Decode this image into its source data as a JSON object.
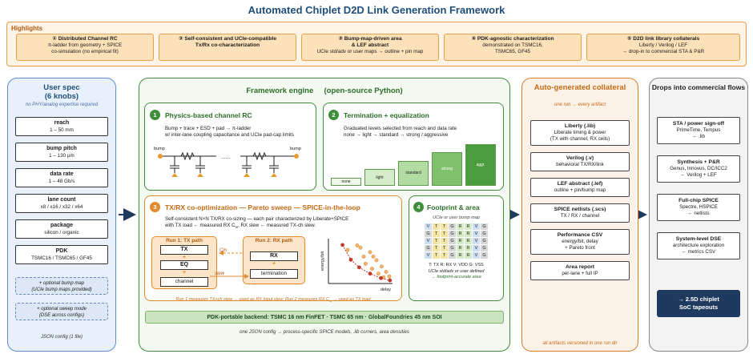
{
  "title": "Automated Chiplet D2D Link Generation Framework",
  "highlights": {
    "label": "Highlights",
    "items": [
      {
        "title": "① Distributed Channel RC",
        "lines": [
          "π-ladder from geometry + SPICE",
          "co-simulation (no empirical fit)"
        ]
      },
      {
        "title": "② Self-consistent and UCIe-compatible",
        "lines": [
          "Tx/Rx co-characterization"
        ]
      },
      {
        "title": "③ Bump-map-driven area",
        "lines": [
          "& LEF abstract",
          "UCIe std/adv or user maps → outline + pin map"
        ]
      },
      {
        "title": "④ PDK-agnostic characterization",
        "lines": [
          "demonstrated on TSMC16,",
          "TSMC65, GF45"
        ]
      },
      {
        "title": "⑤ D2D link library collaterals",
        "lines": [
          "Liberty / Verilog / LEF",
          "→ drop-in to commercial STA & P&R"
        ]
      }
    ]
  },
  "user_spec": {
    "title": "User spec",
    "subtitle": "(6 knobs)",
    "note": "no PHY/analog expertise required",
    "knobs": [
      {
        "name": "reach",
        "value": "1 – 50 mm"
      },
      {
        "name": "bump pitch",
        "value": "1 – 130 µm"
      },
      {
        "name": "data rate",
        "value": "1 – 48 Gb/s"
      },
      {
        "name": "lane count",
        "value": "x8 / x16 / x32 / x64"
      },
      {
        "name": "package",
        "value": "silicon / organic"
      },
      {
        "name": "PDK",
        "value": "TSMC16 / TSMC65 / GF45"
      }
    ],
    "optional": [
      {
        "line1": "+ optional bump map",
        "line2": "(UCIe bump maps provided)"
      },
      {
        "line1": "+ optional sweep mode",
        "line2": "(DSE across configs)"
      }
    ],
    "footer": "JSON config (1 file)"
  },
  "engine": {
    "title": "Framework engine",
    "subtitle": "(open-source Python)",
    "physics": {
      "num": "1",
      "title": "Physics-based channel RC",
      "line1": "Bump + trace + ESD + pad → π-ladder",
      "line2": "w/ inter-lane coupling capacitance and UCIe pad-cap limits",
      "bump_left": "bump",
      "bump_right": "bump",
      "dots": "......"
    },
    "termination": {
      "num": "2",
      "title": "Termination + equalization",
      "line1": "Graduated levels selected from reach and data rate",
      "line2": "none → light → standard → strong / aggressive",
      "steps": [
        {
          "label": "none",
          "color": "#eef7ea",
          "level": 1
        },
        {
          "label": "light",
          "color": "#d4ecc9",
          "level": 2
        },
        {
          "label": "standard",
          "color": "#b3dca3",
          "level": 3
        },
        {
          "label": "strong",
          "color": "#7fc16c",
          "level": 4
        },
        {
          "label": "aggr.",
          "color": "#4b9c3d",
          "level": 5
        }
      ]
    },
    "cooptim": {
      "num": "3",
      "title": "TX/RX co-optimization — Pareto sweep — SPICE-in-the-loop",
      "line1": "Self-consistent N×N TX/RX co-sizing — each pair characterized by Liberate+SPICE",
      "line2": "with TX load ← measured RX C",
      "line2_sub": "in",
      "line2_tail": ", RX slew ← measured TX-ch slew.",
      "run1": {
        "title": "Run 1: TX path",
        "chips": [
          "TX",
          "EQ",
          "channel"
        ]
      },
      "run2": {
        "title": "Run 2: RX path",
        "chips": [
          "RX",
          "termination"
        ]
      },
      "cin_label": "Cin",
      "slew_label": "slew",
      "plot_ylabel": "energy/bit",
      "plot_xlabel": "delay",
      "footnote": "Run 1 measures TX+ch slew → used as RX input slew; Run 2 measures RX C",
      "footnote_sub": "in",
      "footnote_tail": " → used as TX load"
    },
    "footprint": {
      "num": "4",
      "title": "Footprint & area",
      "caption": "UCIe or user bump map",
      "rows": [
        [
          "V",
          "T",
          "T",
          "G",
          "R",
          "R",
          "V",
          "G"
        ],
        [
          "G",
          "T",
          "T",
          "G",
          "R",
          "R",
          "V",
          "G"
        ],
        [
          "V",
          "T",
          "T",
          "G",
          "R",
          "R",
          "V",
          "G"
        ],
        [
          "G",
          "T",
          "T",
          "G",
          "R",
          "R",
          "V",
          "G"
        ],
        [
          "V",
          "T",
          "T",
          "G",
          "R",
          "R",
          "V",
          "G"
        ]
      ],
      "legend1": "T: TX  R: RX  V: VDD  G: VSS",
      "legend2": "UCIe std/adv or user defined",
      "legend3": "→ footprint-accurate area"
    },
    "backend": "PDK-portable backend: TSMC 16 nm FinFET · TSMC 65 nm · GlobalFoundries 45 nm SOI",
    "footer": "one JSON config → process-specific SPICE models, .lib corners, area densities"
  },
  "collateral": {
    "title": "Auto-generated collateral",
    "note": "one run → every artifact",
    "items": [
      {
        "name": "Liberty (.lib)",
        "lines": [
          "Liberate timing & power",
          "(TX with channel, RX cells)"
        ]
      },
      {
        "name": "Verilog (.v)",
        "lines": [
          "behavioral TX/RX/link"
        ]
      },
      {
        "name": "LEF abstract (.lef)",
        "lines": [
          "outline + pin/bump map"
        ]
      },
      {
        "name": "SPICE netlists (.scs)",
        "lines": [
          "TX / RX / channel"
        ]
      },
      {
        "name": "Performance CSV",
        "lines": [
          "energy/bit, delay",
          "+ Pareto front"
        ]
      },
      {
        "name": "Area report",
        "lines": [
          "per-lane + full IP"
        ]
      }
    ],
    "footer": "all artifacts versioned in one run dir"
  },
  "flows": {
    "title": "Drops into commercial flows",
    "items": [
      {
        "name": "STA / power sign-off",
        "lines": [
          "PrimeTime, Tempus",
          "← .lib"
        ]
      },
      {
        "name": "Synthesis + P&R",
        "lines": [
          "Genus, Innovus, DC/ICC2",
          "← Verilog + LEF"
        ]
      },
      {
        "name": "Full-chip SPICE",
        "lines": [
          "Spectre, HSPICE",
          "← netlists"
        ]
      },
      {
        "name": "System-level DSE",
        "lines": [
          "architecture exploration",
          "← metrics CSV"
        ]
      }
    ],
    "tapeout_line1": "→ 2.5D chiplet",
    "tapeout_line2": "SoC tapeouts"
  },
  "colors": {
    "blue": "#5b8fcf",
    "green": "#3e8e3a",
    "orange": "#d67d2e",
    "gray": "#888888",
    "navy": "#1f3a5f",
    "T": "#f5e6a6",
    "R": "#d6ecc6",
    "V": "#cfe0f5",
    "G": "#d9d9d9"
  },
  "pareto": {
    "x_range": [
      0,
      10
    ],
    "y_range": [
      0,
      10
    ],
    "cloud": [
      [
        3,
        7.5
      ],
      [
        4.5,
        8.5
      ],
      [
        5.5,
        6
      ],
      [
        6.5,
        7
      ],
      [
        5.8,
        4.4
      ],
      [
        7.5,
        5.2
      ],
      [
        6.8,
        3.3
      ],
      [
        8.3,
        3.8
      ],
      [
        7.8,
        2.2
      ],
      [
        9,
        2.6
      ],
      [
        8.6,
        1.4
      ],
      [
        9.5,
        1.6
      ],
      [
        5,
        8
      ],
      [
        7,
        6
      ]
    ],
    "front": [
      [
        2.2,
        8.6
      ],
      [
        3.5,
        5.3
      ],
      [
        4.8,
        3.6
      ],
      [
        6.5,
        2.2
      ],
      [
        8.2,
        1.2
      ],
      [
        9.6,
        0.7
      ]
    ]
  }
}
